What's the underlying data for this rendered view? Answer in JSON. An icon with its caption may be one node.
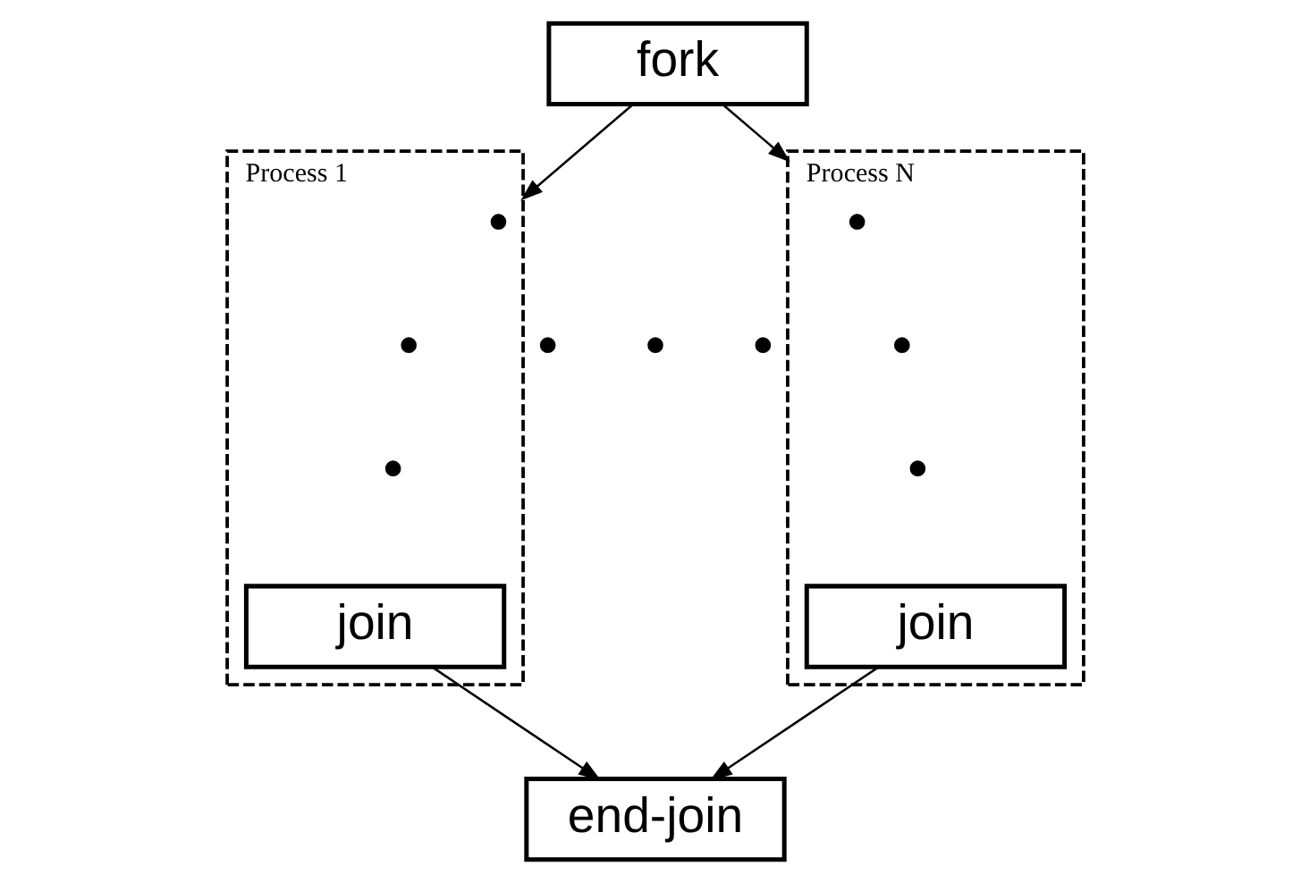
{
  "diagram": {
    "nodes": [
      {
        "text": [
          "fork"
        ]
      },
      {
        "text": [
          "Process 1"
        ]
      },
      {
        "text": [
          "join"
        ],
        "in": 1
      },
      {
        "text": [
          "Process N"
        ]
      },
      {
        "text": [
          "join"
        ],
        "in": 3
      },
      {
        "text": [
          "end-join"
        ]
      }
    ],
    "edges": [
      {
        "from": 0,
        "to": 1,
        "arrow": "to"
      },
      {
        "from": 0,
        "to": 3,
        "arrow": "to"
      },
      {
        "from": 2,
        "to": 5,
        "arrow": "to"
      },
      {
        "from": 4,
        "to": 5,
        "arrow": "to"
      }
    ]
  }
}
